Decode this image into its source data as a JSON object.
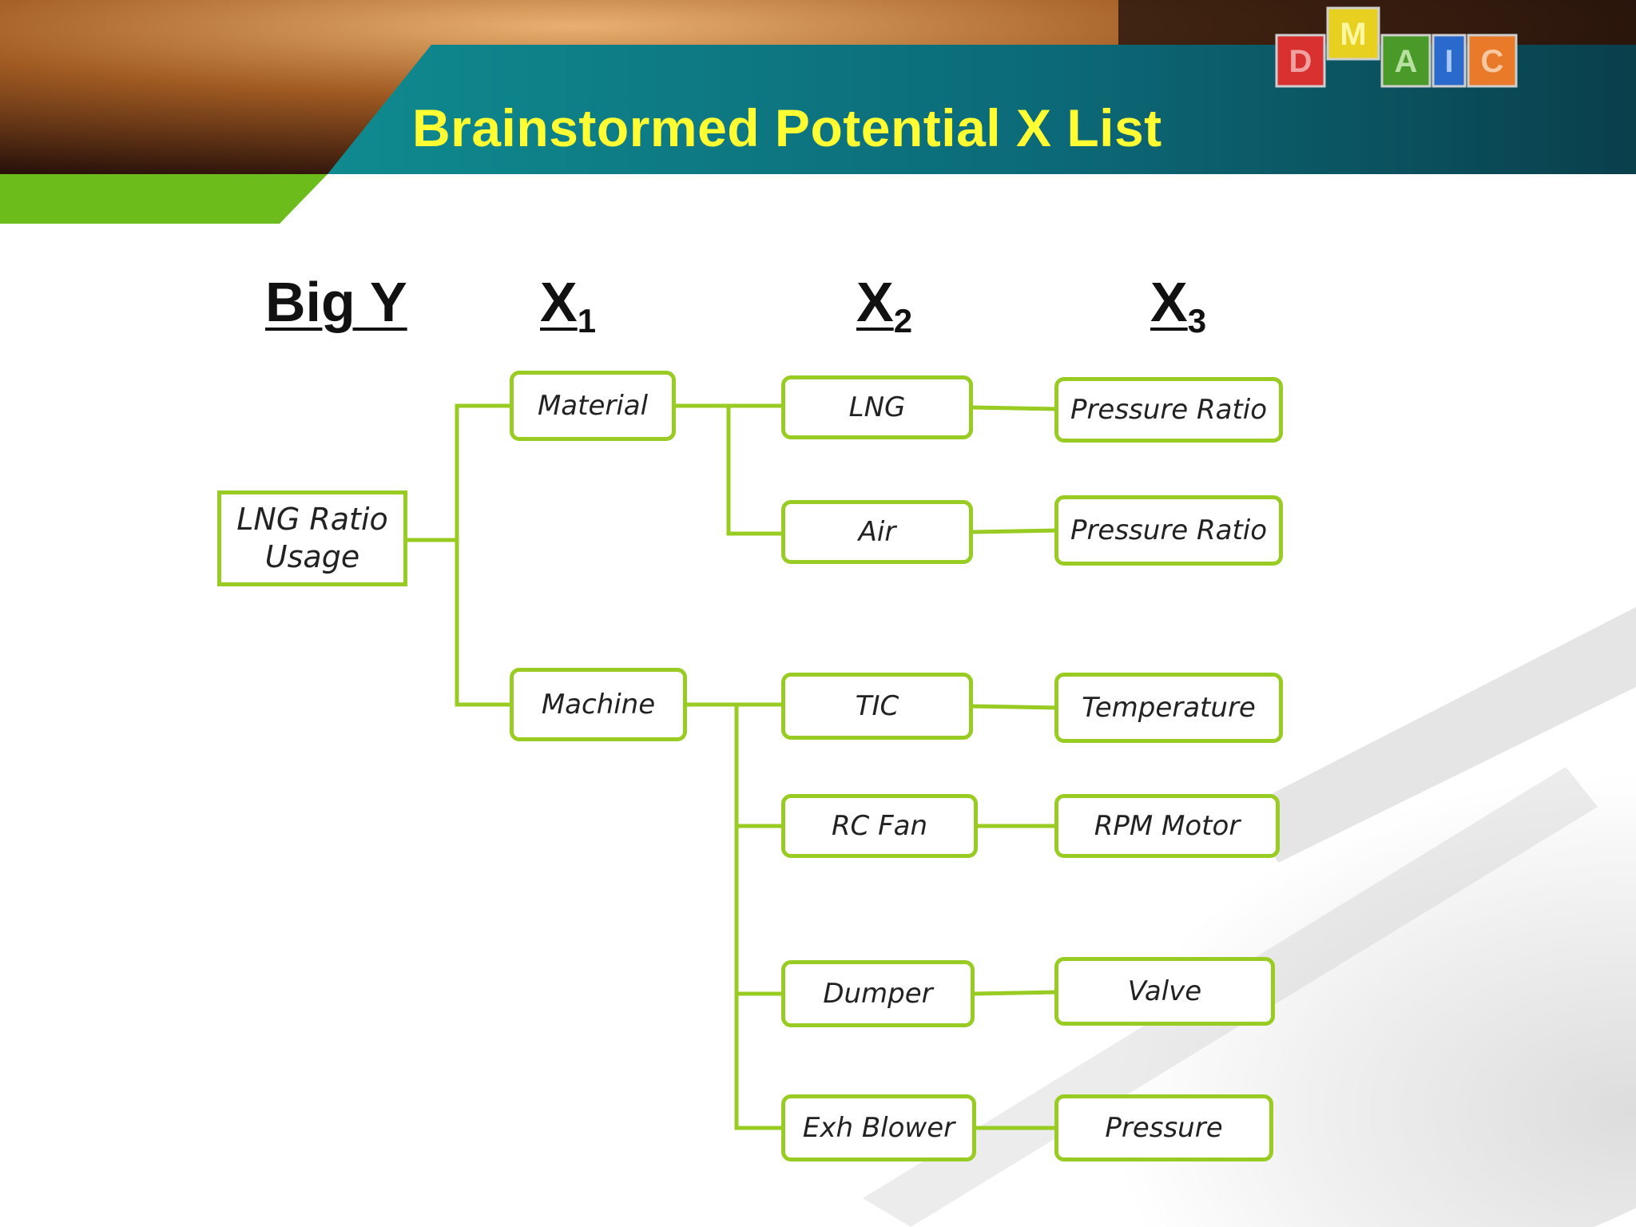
{
  "slide": {
    "title": "Brainstormed Potential X List",
    "logo_letters": [
      "D",
      "M",
      "A",
      "I",
      "C"
    ],
    "logo_colors": [
      "#d93030",
      "#e8d020",
      "#4a9a2a",
      "#2a6acd",
      "#e87a2a"
    ]
  },
  "columns": {
    "big_y": "Big Y",
    "x1": {
      "letter": "X",
      "sub": "1"
    },
    "x2": {
      "letter": "X",
      "sub": "2"
    },
    "x3": {
      "letter": "X",
      "sub": "3"
    }
  },
  "diagram": {
    "root": "LNG Ratio Usage",
    "x1": [
      "Material",
      "Machine"
    ],
    "x2": [
      "LNG",
      "Air",
      "TIC",
      "RC Fan",
      "Dumper",
      "Exh Blower"
    ],
    "x3": [
      "Pressure Ratio",
      "Pressure Ratio",
      "Temperature",
      "RPM Motor",
      "Valve",
      "Pressure"
    ],
    "line_color": "#99cc22"
  }
}
